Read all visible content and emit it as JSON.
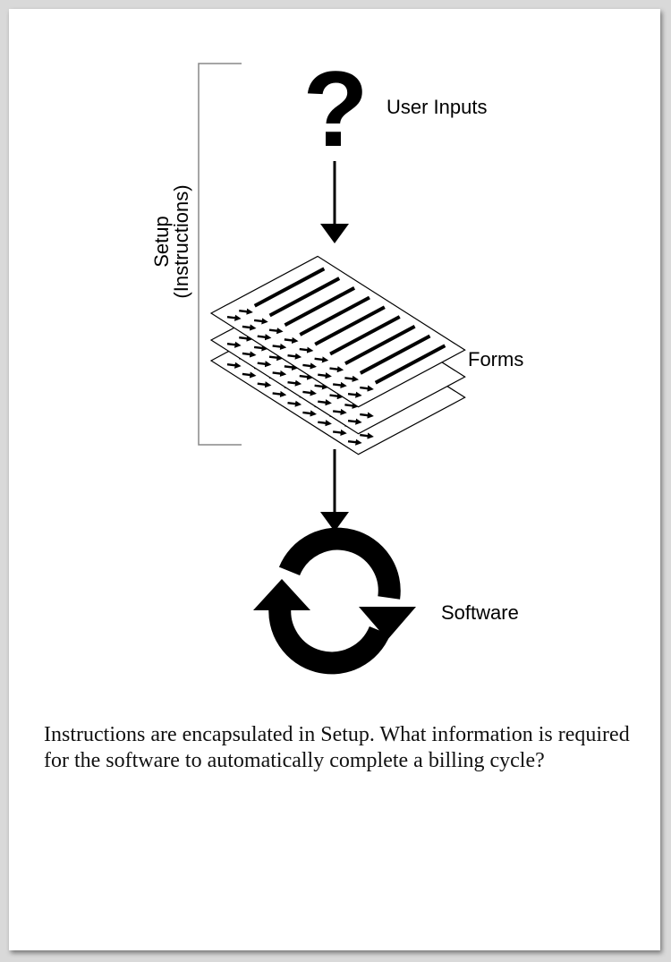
{
  "diagram": {
    "setup_label_line1": "Setup",
    "setup_label_line2": "(Instructions)",
    "question_glyph": "?",
    "user_inputs_label": "User Inputs",
    "forms_label": "Forms",
    "software_label": "Software",
    "icons": [
      "question-mark-icon",
      "forms-stack-icon",
      "refresh-cycle-icon"
    ],
    "colors": {
      "ink": "#000000",
      "bracket": "#888888",
      "background": "#ffffff"
    }
  },
  "caption": "Instructions are encapsulated in Setup. What information is required for the software to automatically complete a billing cycle?"
}
